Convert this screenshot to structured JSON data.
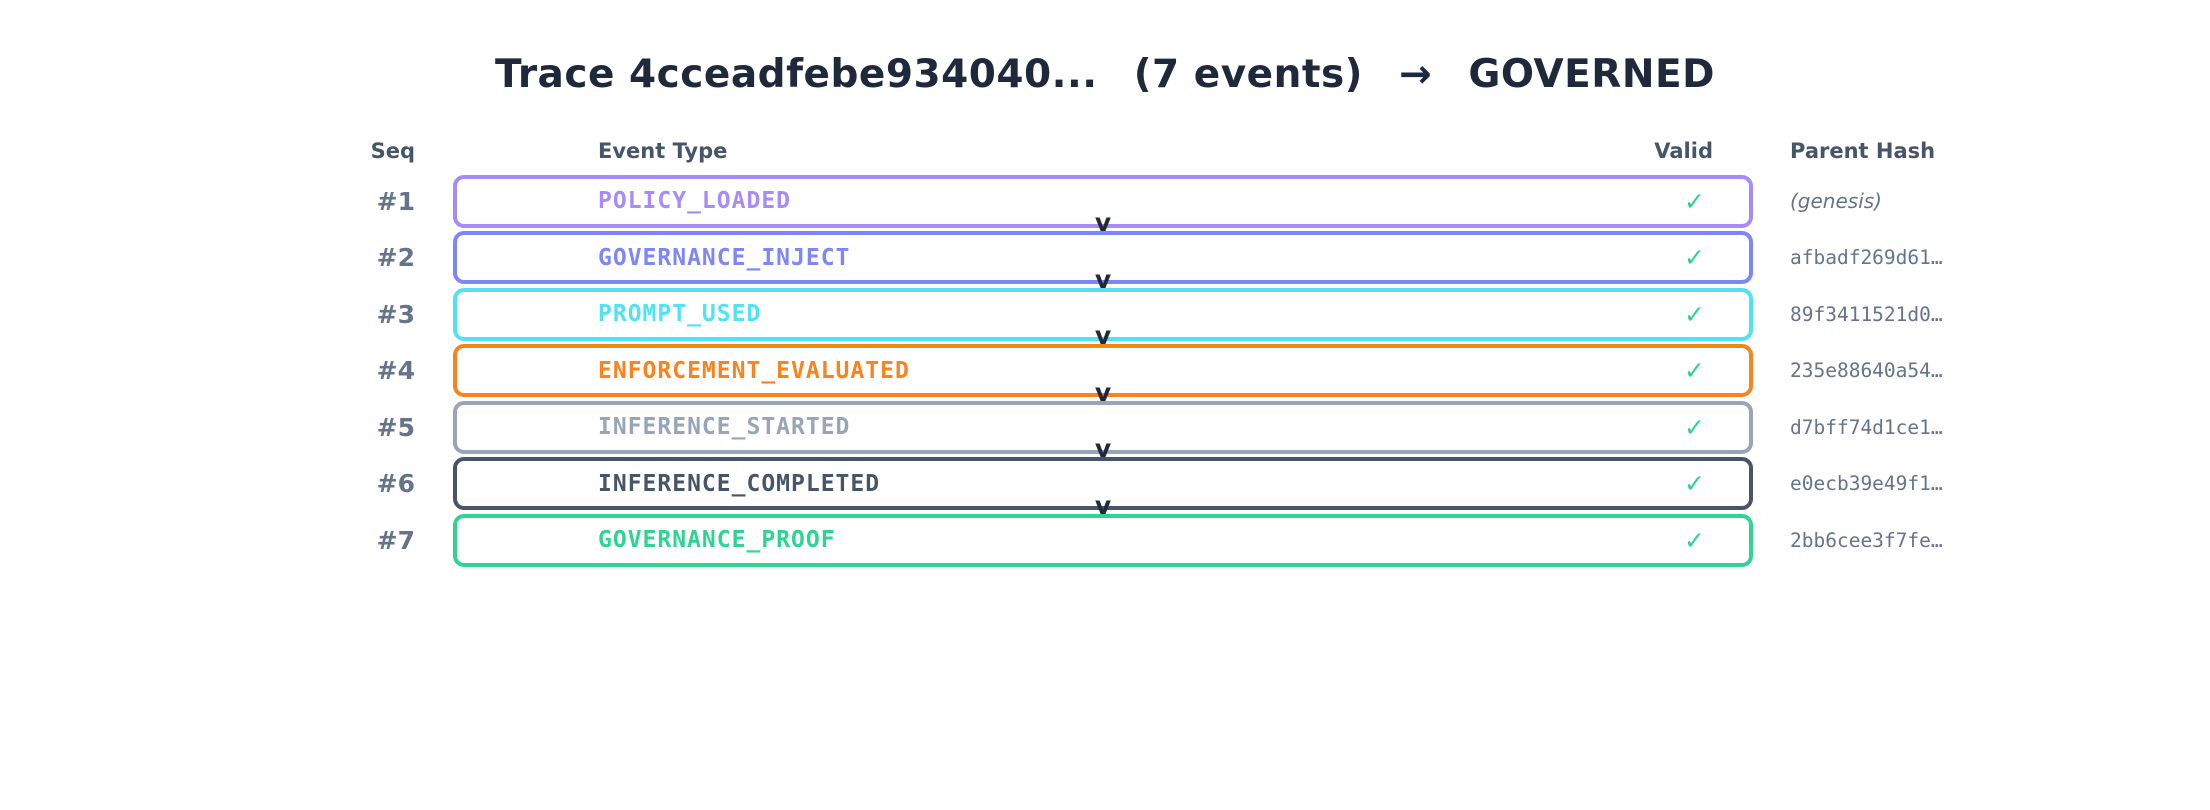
{
  "title": {
    "trace_label": "Trace 4cceadfebe934040...",
    "events_count": "(7 events)",
    "arrow": "→",
    "status": "GOVERNED"
  },
  "columns": {
    "seq": "Seq",
    "event_type": "Event Type",
    "valid": "Valid",
    "parent_hash": "Parent Hash"
  },
  "colors": {
    "title_text": "#1e293b",
    "header_text": "#475569",
    "muted_text": "#64748b",
    "check": "#2ed394",
    "arrow": "#1e293b"
  },
  "arrow_glyph": "v",
  "rows": [
    {
      "seq": "#1",
      "event_type": "POLICY_LOADED",
      "valid": "✓",
      "parent_hash": "(genesis)",
      "genesis": true,
      "color": "#a78bfa"
    },
    {
      "seq": "#2",
      "event_type": "GOVERNANCE_INJECT",
      "valid": "✓",
      "parent_hash": "afbadf269d61…",
      "genesis": false,
      "color": "#7d87f8"
    },
    {
      "seq": "#3",
      "event_type": "PROMPT_USED",
      "valid": "✓",
      "parent_hash": "89f3411521d0…",
      "genesis": false,
      "color": "#4fe3f3"
    },
    {
      "seq": "#4",
      "event_type": "ENFORCEMENT_EVALUATED",
      "valid": "✓",
      "parent_hash": "235e88640a54…",
      "genesis": false,
      "color": "#f9831c"
    },
    {
      "seq": "#5",
      "event_type": "INFERENCE_STARTED",
      "valid": "✓",
      "parent_hash": "d7bff74d1ce1…",
      "genesis": false,
      "color": "#97a5b8"
    },
    {
      "seq": "#6",
      "event_type": "INFERENCE_COMPLETED",
      "valid": "✓",
      "parent_hash": "e0ecb39e49f1…",
      "genesis": false,
      "color": "#475569"
    },
    {
      "seq": "#7",
      "event_type": "GOVERNANCE_PROOF",
      "valid": "✓",
      "parent_hash": "2bb6cee3f7fe…",
      "genesis": false,
      "color": "#2fd492"
    }
  ]
}
